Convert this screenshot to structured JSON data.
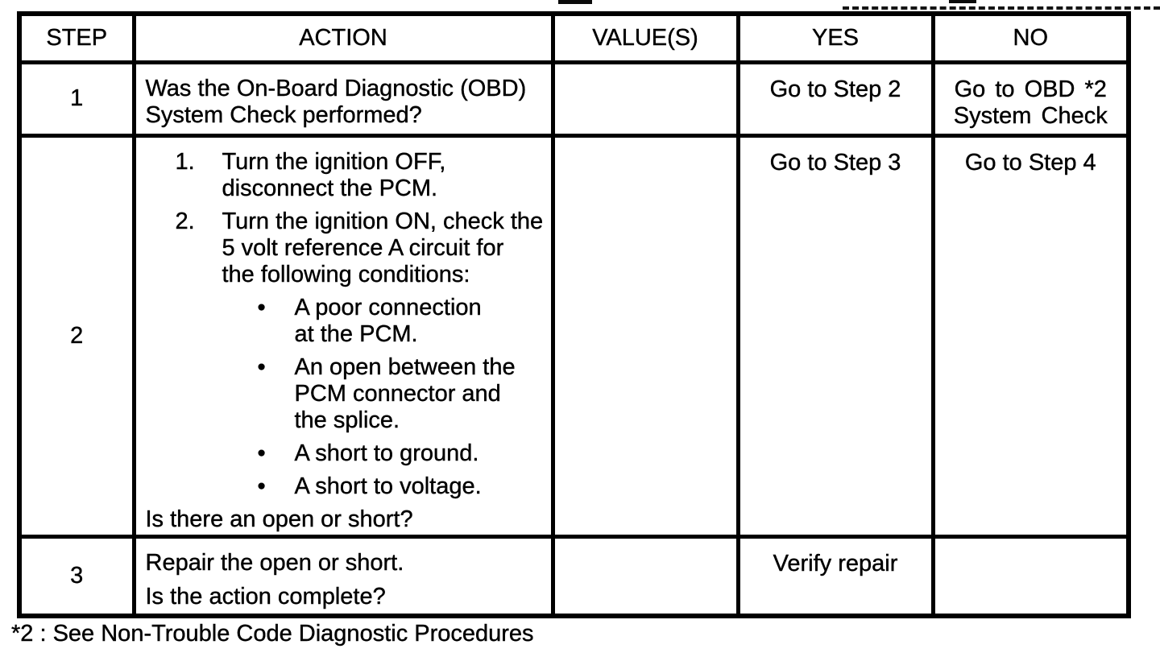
{
  "colors": {
    "paper": "#ffffff",
    "ink": "#000000"
  },
  "table": {
    "headers": {
      "step": "STEP",
      "action": "ACTION",
      "values": "VALUE(S)",
      "yes": "YES",
      "no": "NO"
    },
    "rows": [
      {
        "step": "1",
        "action": "Was the On-Board Diagnostic (OBD)\nSystem Check performed?",
        "value": "",
        "yes": "Go to Step 2",
        "no": "Go to OBD *2\nSystem Check"
      },
      {
        "step": "2",
        "action": {
          "numbered": [
            {
              "num": "1.",
              "text": "Turn the ignition OFF,\ndisconnect the PCM."
            },
            {
              "num": "2.",
              "text": "Turn the ignition ON, check the\n5 volt reference A circuit for\nthe following conditions:"
            }
          ],
          "bullets": [
            {
              "marker": "•",
              "text": "A poor connection\nat the PCM."
            },
            {
              "marker": "•",
              "text": "An open between the\nPCM connector and\nthe splice."
            },
            {
              "marker": "•",
              "text": "A short to ground."
            },
            {
              "marker": "•",
              "text": "A short to voltage."
            }
          ],
          "question": "Is there an open or short?"
        },
        "value": "",
        "yes": "Go to Step 3",
        "no": "Go to Step 4"
      },
      {
        "step": "3",
        "action": {
          "line1": "Repair the open or short.",
          "line2": "Is the action complete?"
        },
        "value": "",
        "yes": "Verify repair",
        "no": ""
      }
    ]
  },
  "footnote": "*2 : See Non-Trouble Code Diagnostic Procedures"
}
